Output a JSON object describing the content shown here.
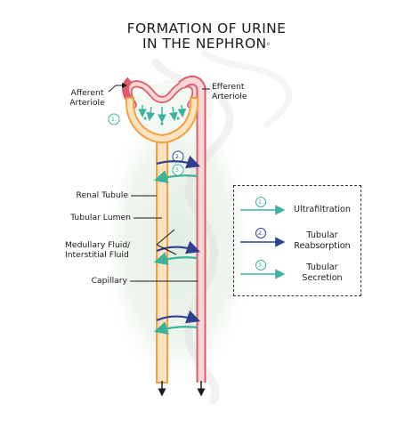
{
  "title": {
    "line1": "FORMATION OF URINE",
    "line2": "IN THE NEPHRON",
    "mark": "©"
  },
  "labels": {
    "afferent_line1": "Afferent",
    "afferent_line2": "Arteriole",
    "efferent_line1": "Efferent",
    "efferent_line2": "Arteriole",
    "renal_tubule": "Renal Tubule",
    "tubular_lumen": "Tubular Lumen",
    "medullary_line1": "Medullary Fluid/",
    "medullary_line2": "Interstitial Fluid",
    "capillary": "Capillary"
  },
  "markers": {
    "step1": "1.",
    "step2": "2.",
    "step3": "3."
  },
  "legend": {
    "items": [
      {
        "number": "1.",
        "line1": "Ultrafiltration",
        "line2": "",
        "color": "#3bb39a"
      },
      {
        "number": "2.",
        "line1": "Tubular",
        "line2": "Reabsorption",
        "color": "#2f3f8f"
      },
      {
        "number": "3.",
        "line1": "Tubular",
        "line2": "Secretion",
        "color": "#3bb39a"
      }
    ]
  },
  "colors": {
    "tubule": "#f5a040",
    "tubule_fill": "#fbe3c2",
    "vessel": "#e05a6a",
    "vessel_fill": "#f9d6d8",
    "reabsorption": "#2f3f8f",
    "secretion_filtration": "#3bb39a",
    "background_wash": "#e4efe2"
  }
}
